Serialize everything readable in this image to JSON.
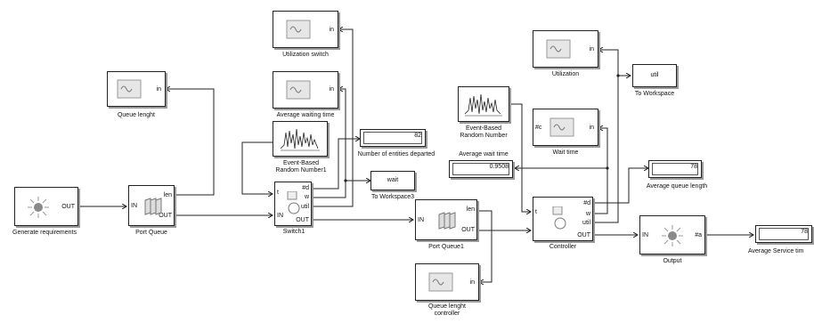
{
  "blocks": {
    "generate": {
      "name": "Generate requirements",
      "out": "OUT"
    },
    "portqueue": {
      "name": "Port Queue",
      "in": "IN",
      "len": "len",
      "out": "OUT"
    },
    "queuelen": {
      "name": "Queue lenght",
      "in": "in"
    },
    "util_switch": {
      "name": "Utilization switch",
      "in": "in"
    },
    "avg_wait": {
      "name": "Average waiting time",
      "in": "in"
    },
    "ebrn1": {
      "name_line1": "Event-Based",
      "name_line2": "Random Number1"
    },
    "switch1": {
      "name": "Switch1",
      "t": "t",
      "in": "IN",
      "d": "#d",
      "w": "w",
      "util": "util",
      "out": "OUT"
    },
    "num_departed": {
      "name": "Number of entities departed",
      "value": "82"
    },
    "wait_ws": {
      "name": "To Workspace3",
      "label": "wait"
    },
    "portqueue1": {
      "name": "Port Queue1",
      "in": "IN",
      "len": "len",
      "out": "OUT"
    },
    "qlen_ctrl": {
      "name_line1": "Queue lenght",
      "name_line2": "controller",
      "in": "in"
    },
    "ebrn": {
      "name_line1": "Event-Based",
      "name_line2": "Random Number"
    },
    "avg_wait_time": {
      "name": "Average wait time",
      "value": "0.9508"
    },
    "utilization": {
      "name": "Utilization",
      "in": "in"
    },
    "util_ws": {
      "name": "To Workspace",
      "label": "util"
    },
    "wait_time": {
      "name": "Wait time",
      "in": "in",
      "c": "#c"
    },
    "controller": {
      "name": "Controller",
      "t": "t",
      "d": "#d",
      "w": "w",
      "util": "util",
      "out": "OUT"
    },
    "avg_queue": {
      "name": "Average queue length",
      "value": "78"
    },
    "output": {
      "name": "Output",
      "in": "IN",
      "a": "#a"
    },
    "avg_service": {
      "name": "Average Service tim",
      "value": "78"
    }
  },
  "colors": {
    "line": "#222222",
    "shadow": "#9a9a9a",
    "icon": "#7a7a7a"
  }
}
